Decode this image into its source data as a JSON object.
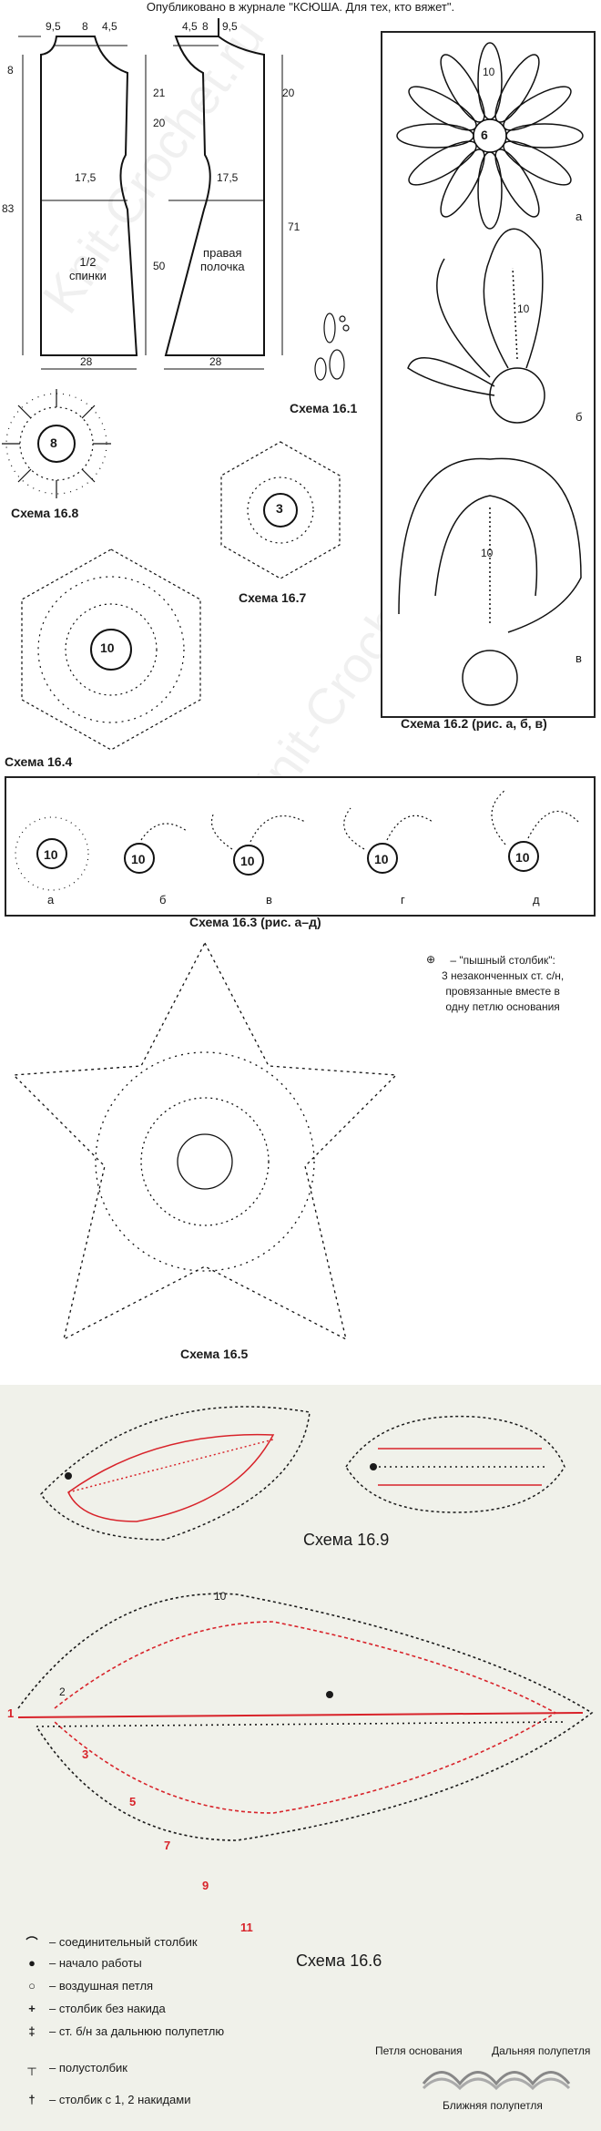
{
  "header": "Опубликовано в журнале \"КСЮША. Для тех, кто вяжет\".",
  "watermark": "Knit-Crochet.ru",
  "patterns": {
    "back": {
      "label_line1": "1/2",
      "label_line2": "спинки",
      "dims_top": [
        "9,5",
        "8",
        "4,5"
      ],
      "dims_left": [
        "8",
        "83",
        "21",
        "20",
        "50"
      ],
      "width_mid": "17,5",
      "width_bottom": "28"
    },
    "front": {
      "label_line1": "правая",
      "label_line2": "полочка",
      "dims_top": [
        "4,5",
        "8",
        "9,5"
      ],
      "dims_right": [
        "20",
        "71"
      ],
      "width_mid": "17,5",
      "width_bottom": "28"
    }
  },
  "schemes": {
    "s161": "Схема 16.1",
    "s162": "Схема 16.2 (рис. а, б, в)",
    "s163": "Схема 16.3 (рис. а–д)",
    "s164": "Схема 16.4",
    "s165": "Схема 16.5",
    "s166": "Схема 16.6",
    "s167": "Схема 16.7",
    "s168": "Схема 16.8",
    "s169": "Схема 16.9"
  },
  "centers": {
    "c6": "6",
    "c10": "10",
    "c8": "8",
    "c3": "3",
    "c10b": "10"
  },
  "sub_letters": {
    "a": "а",
    "b": "б",
    "v": "в",
    "g": "г",
    "d": "д"
  },
  "puff_note": {
    "title": "– \"пышный столбик\":",
    "line2": "3 незаконченных ст. с/н,",
    "line3": "провязанные вместе в",
    "line4": "одну петлю основания"
  },
  "row_numbers": [
    "1",
    "2",
    "3",
    "5",
    "7",
    "9",
    "10",
    "11"
  ],
  "legend": [
    {
      "sym": "⌒",
      "text": "– соединительный столбик"
    },
    {
      "sym": "●",
      "text": "– начало работы"
    },
    {
      "sym": "○",
      "text": "– воздушная петля"
    },
    {
      "sym": "+",
      "text": "– столбик без накида"
    },
    {
      "sym": "‡",
      "text": "– ст. б/н за дальнюю полупетлю"
    },
    {
      "sym": "┬",
      "text": "– полустолбик"
    },
    {
      "sym": "†",
      "text": "– столбик с 1, 2 накидами"
    }
  ],
  "loop_labels": {
    "base": "Петля основания",
    "far": "Дальняя полупетля",
    "near": "Ближняя полупетля"
  },
  "colors": {
    "red": "#d8232a",
    "ink": "#1a1a1a",
    "bottom_bg": "#f0f1ea"
  }
}
